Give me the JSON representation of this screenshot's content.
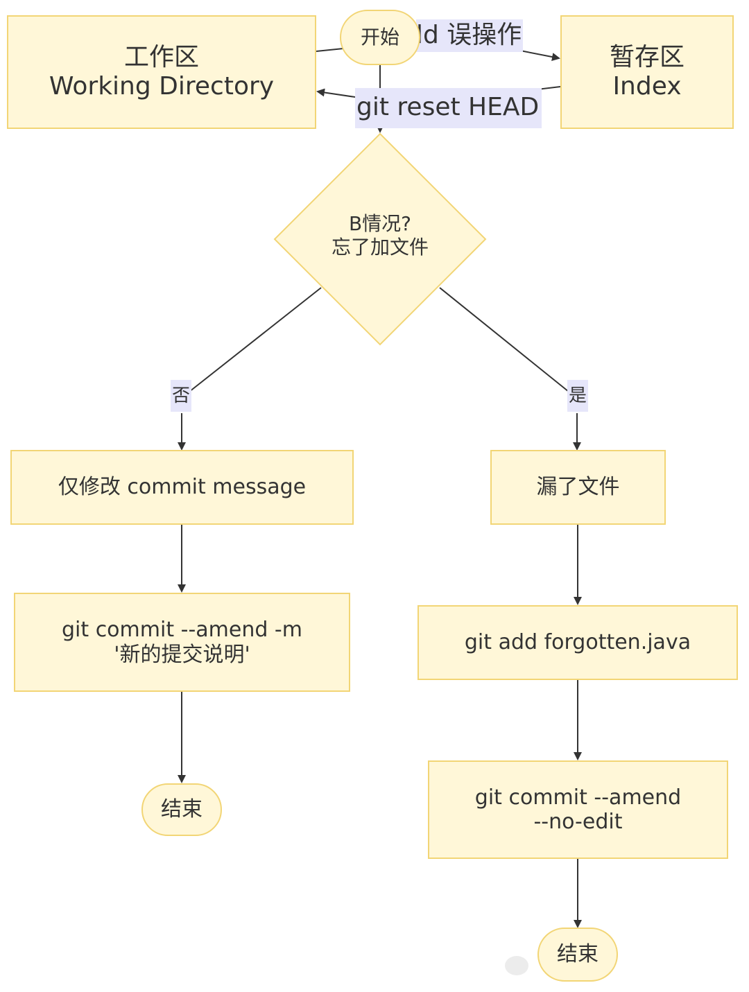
{
  "nodes": {
    "working_directory": "工作区\nWorking Directory",
    "index": "暂存区\nIndex",
    "start": "开始",
    "decision": "B情况?\n忘了加文件",
    "only_message": "仅修改 commit message",
    "amend_message": "git commit --amend -m\n'新的提交说明'",
    "end_left": "结束",
    "missed_file": "漏了文件",
    "git_add": "git add forgotten.java",
    "amend_no_edit": "git commit --amend\n--no-edit",
    "end_right": "结束"
  },
  "edges": {
    "add_mistake": "ld 误操作",
    "reset_head": "git reset HEAD",
    "no": "否",
    "yes": "是"
  },
  "colors": {
    "node_fill": "#fff7d8",
    "node_border": "#f2d575",
    "edge_label_bg": "#e6e6fa",
    "line": "#333333"
  }
}
